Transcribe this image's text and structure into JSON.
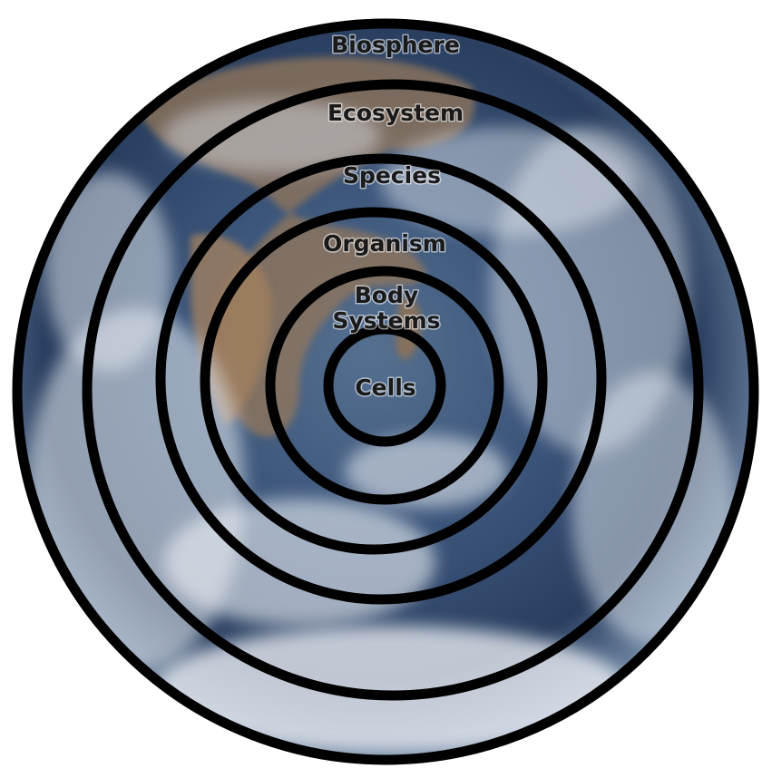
{
  "diagram": {
    "background": "earth-globe-photo",
    "colors": {
      "ocean_deep": "#1f3350",
      "ocean_mid": "#3d5a80",
      "cloud": "#e9eef4",
      "land": "#9a7a5c",
      "ring_stroke": "#000000",
      "label_text": "#1a1a1a"
    },
    "levels": [
      {
        "label": "Biosphere"
      },
      {
        "label": "Ecosystem"
      },
      {
        "label": "Species"
      },
      {
        "label": "Organism"
      },
      {
        "label_line1": "Body",
        "label_line2": "Systems"
      },
      {
        "label": "Cells"
      }
    ]
  }
}
